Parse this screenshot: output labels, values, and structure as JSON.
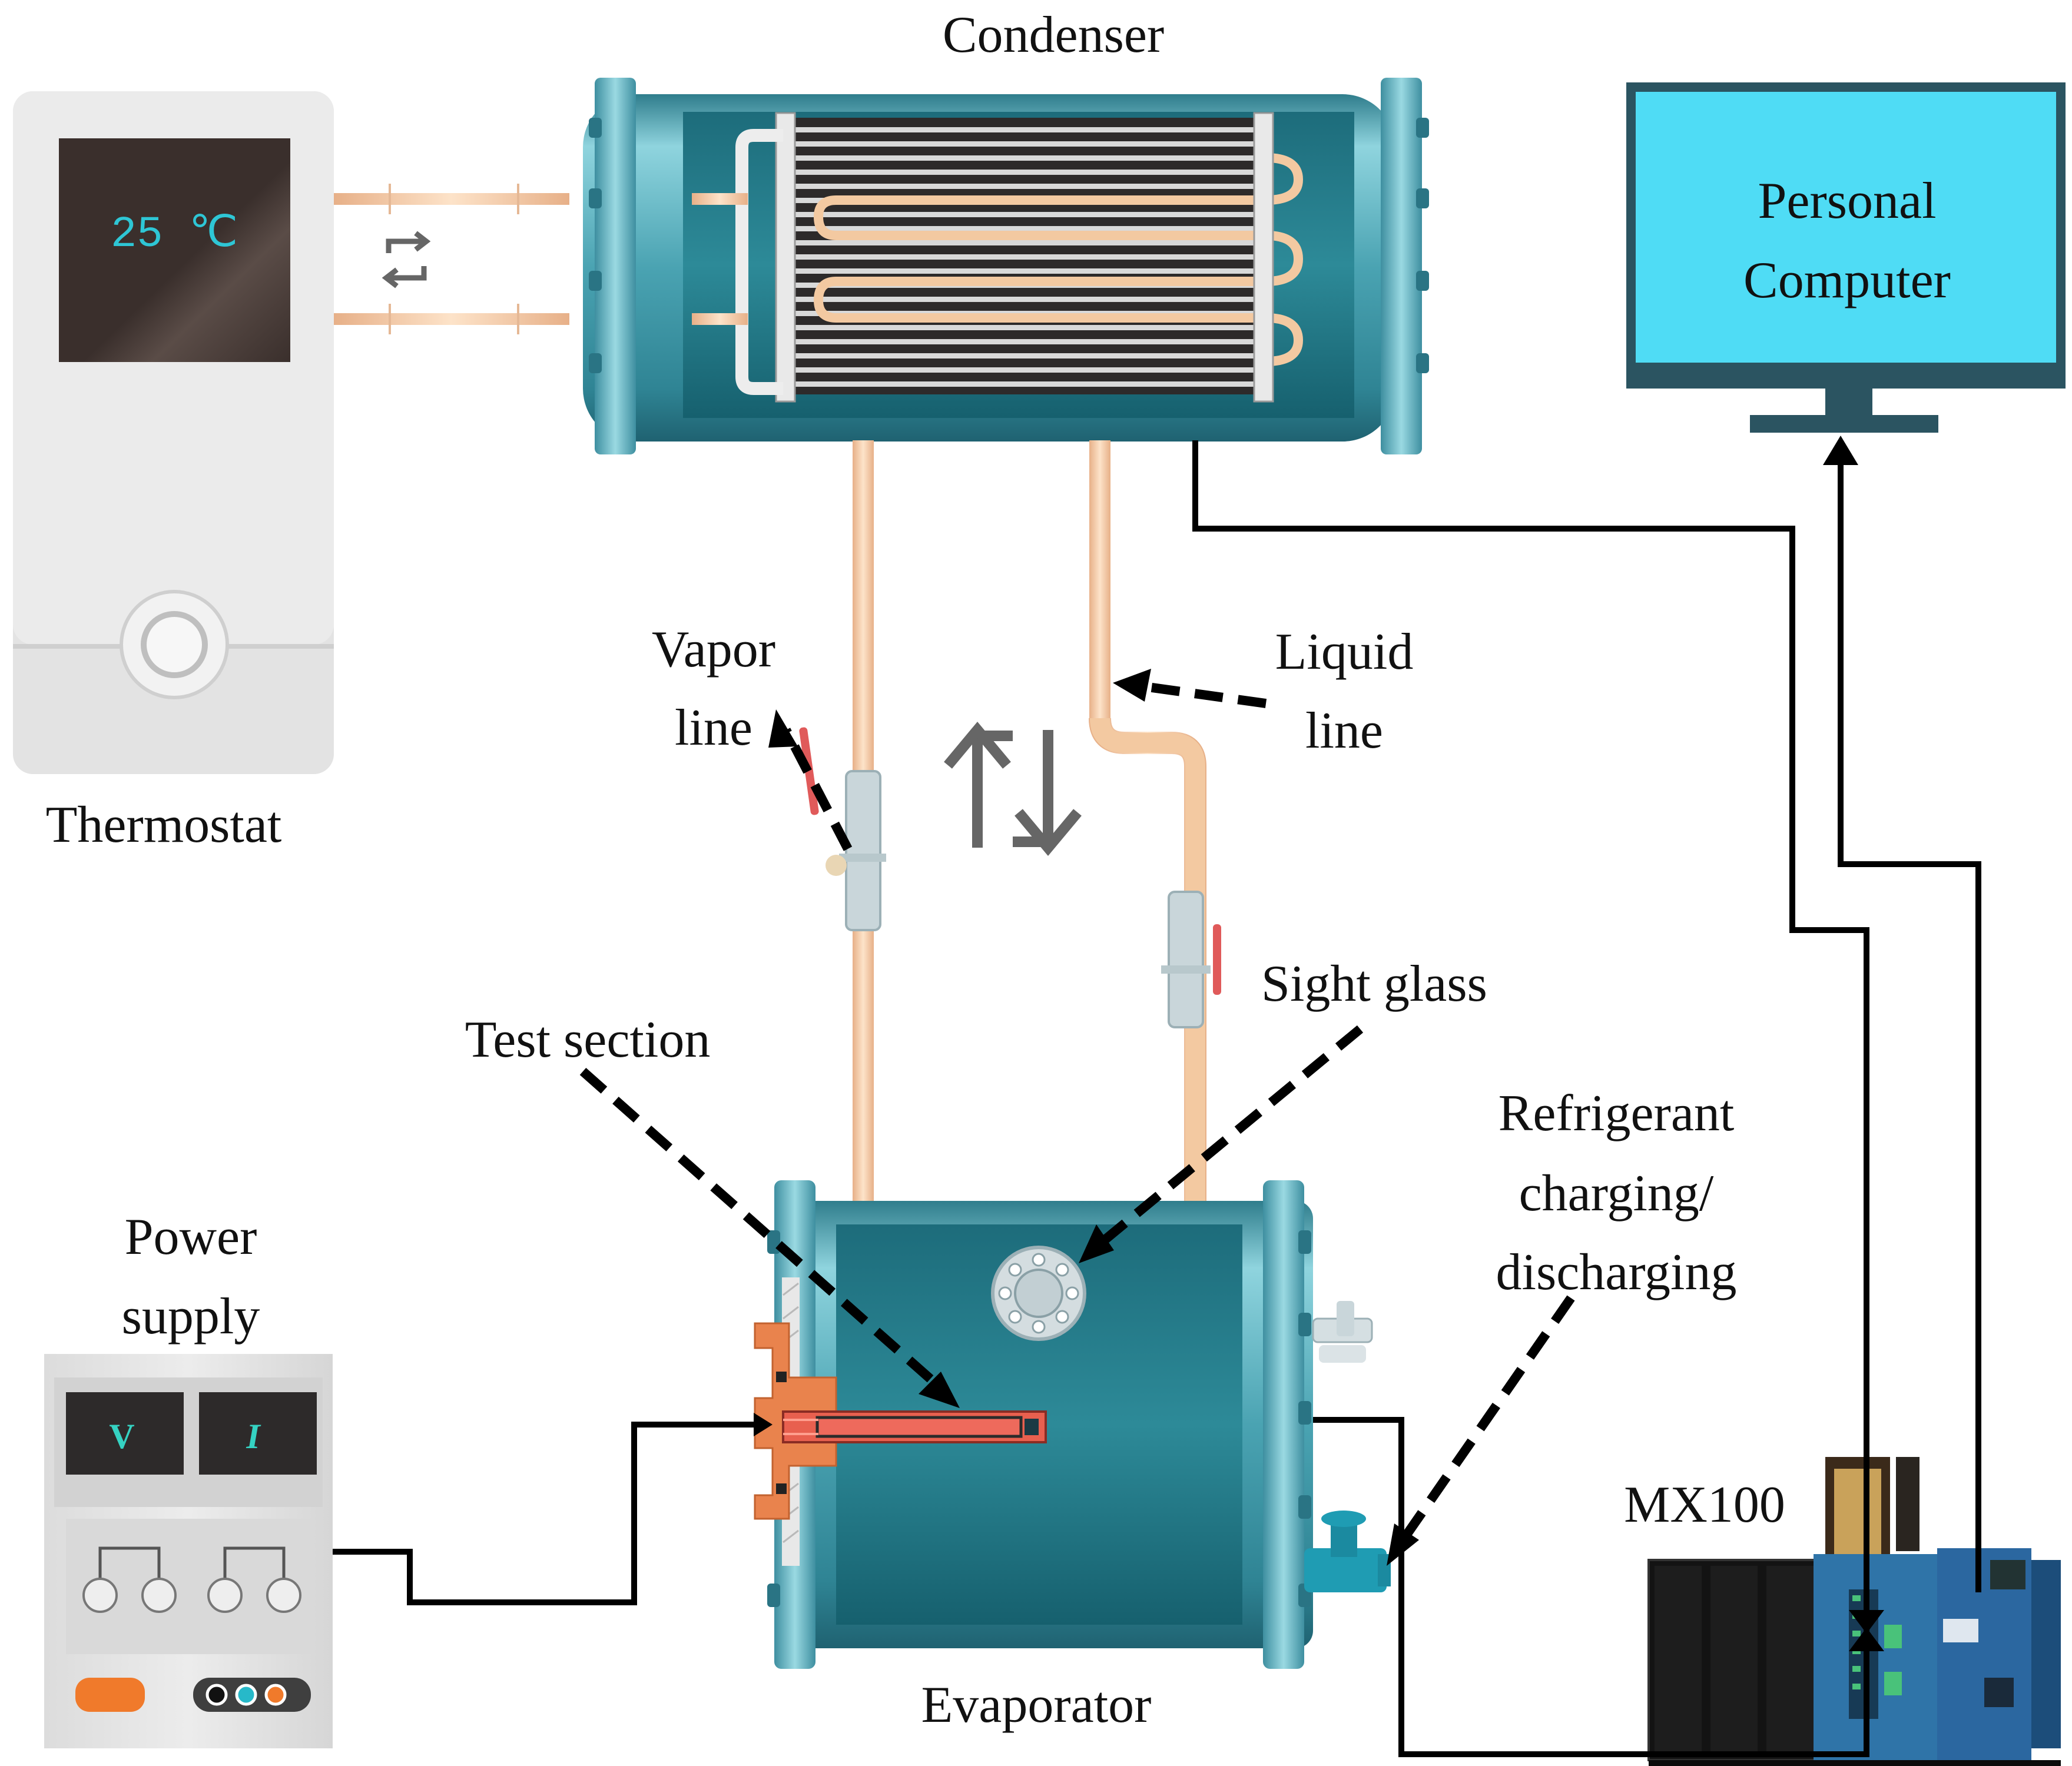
{
  "labels": {
    "condenser": "Condenser",
    "personal_computer_line1": "Personal",
    "personal_computer_line2": "Computer",
    "thermostat": "Thermostat",
    "vapor_line_line1": "Vapor",
    "vapor_line_line2": "line",
    "liquid_line_line1": "Liquid",
    "liquid_line_line2": "line",
    "sight_glass": "Sight glass",
    "test_section": "Test section",
    "refrigerant_line1": "Refrigerant",
    "refrigerant_line2": "charging/",
    "refrigerant_line3": "discharging",
    "power_supply_line1": "Power",
    "power_supply_line2": "supply",
    "mx100": "MX100",
    "evaporator": "Evaporator"
  },
  "thermostat": {
    "display_value": "25 ℃"
  },
  "power_supply": {
    "voltmeter_symbol": "V",
    "ammeter_symbol": "I"
  },
  "colors": {
    "vessel_teal": "#3f97a6",
    "vessel_dark": "#1f6f80",
    "copper_pipe": "#f3c9a1",
    "monitor_screen": "#4fdcf5",
    "monitor_frame": "#2b5461",
    "heater_red": "#e8604f",
    "flange_orange": "#e9834d",
    "wire": "#000000",
    "lcd_cyan": "#2ec6d5"
  },
  "icons": {
    "recycle_arrows": "loop-arrows-icon",
    "data_logger": "data-logger-icon"
  }
}
